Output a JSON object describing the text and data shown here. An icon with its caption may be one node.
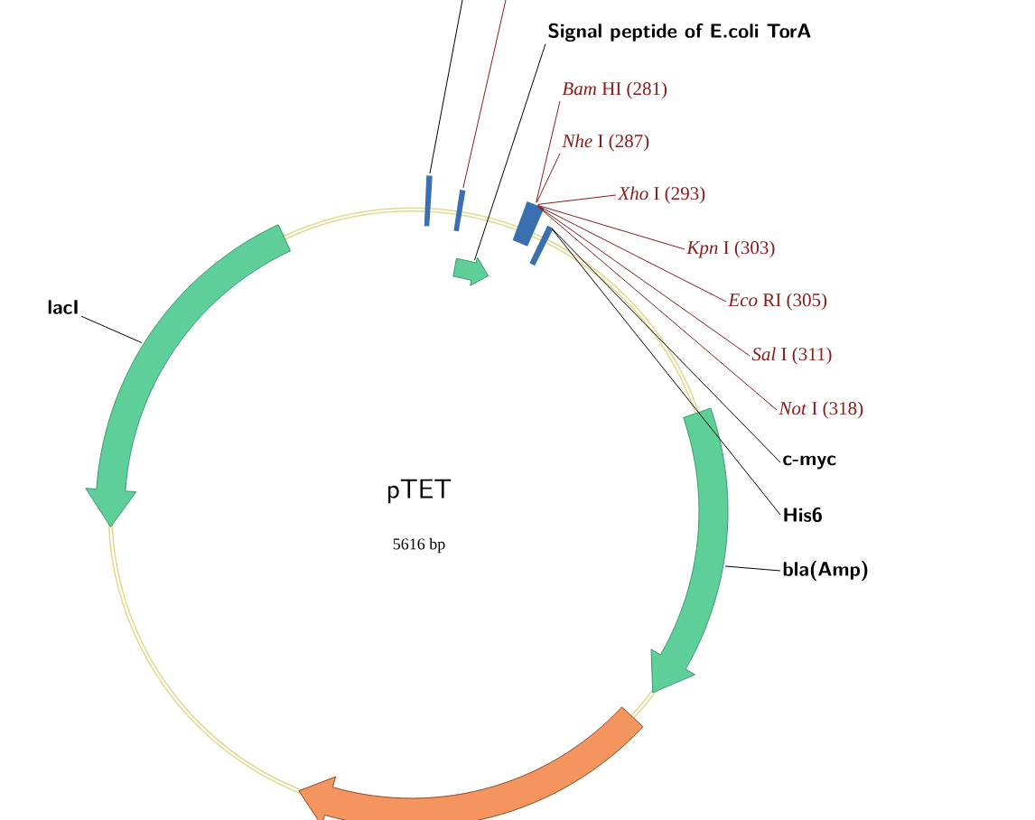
{
  "diagram": {
    "nodes": [
      {
        "text": [
          "Signal peptide of E.coli TorA"
        ]
      },
      {
        "text": [
          "*Bam* HI (281)"
        ]
      },
      {
        "text": [
          "*Nhe* I (287)"
        ]
      },
      {
        "text": [
          "*Xho* I (293)"
        ]
      },
      {
        "text": [
          "*Kpn* I (303)"
        ]
      },
      {
        "text": [
          "*Eco* RI (305)"
        ]
      },
      {
        "text": [
          "*Sal* I (311)"
        ]
      },
      {
        "text": [
          "*Not* I (318)"
        ]
      },
      {
        "text": [
          "c-myc"
        ]
      },
      {
        "text": [
          "His6"
        ]
      },
      {
        "text": [
          "bla(Amp)"
        ]
      },
      {
        "text": [
          "lacI"
        ]
      },
      {
        "text": [],
        "shape": "bar"
      },
      {
        "text": [],
        "shape": "bar"
      },
      {
        "text": [],
        "shape": "arrow"
      },
      {
        "text": [],
        "shape": "bar"
      },
      {
        "text": [],
        "shape": "bar"
      },
      {
        "text": [],
        "shape": "arrow"
      },
      {
        "text": [],
        "shape": "arrow"
      },
      {
        "text": [],
        "shape": "arrow"
      }
    ],
    "edges": [
      {
        "from": 0,
        "to": 14,
        "arrow": "none",
        "color": "#000000"
      },
      {
        "from": 1,
        "to": 15,
        "arrow": "none",
        "color": "#8b1a1a"
      },
      {
        "from": 2,
        "to": 15,
        "arrow": "none",
        "color": "#8b1a1a"
      },
      {
        "from": 3,
        "to": 15,
        "arrow": "none",
        "color": "#8b1a1a"
      },
      {
        "from": 4,
        "to": 15,
        "arrow": "none",
        "color": "#8b1a1a"
      },
      {
        "from": 5,
        "to": 15,
        "arrow": "none",
        "color": "#8b1a1a"
      },
      {
        "from": 6,
        "to": 15,
        "arrow": "none",
        "color": "#8b1a1a"
      },
      {
        "from": 7,
        "to": 15,
        "arrow": "none",
        "color": "#8b1a1a"
      },
      {
        "from": 8,
        "to": 16,
        "arrow": "none",
        "color": "#000000"
      },
      {
        "from": 9,
        "to": 16,
        "arrow": "none",
        "color": "#000000"
      },
      {
        "from": 10,
        "to": 17,
        "arrow": "none",
        "color": "#000000"
      },
      {
        "from": 11,
        "to": 18,
        "arrow": "none",
        "color": "#000000"
      },
      {
        "from": null,
        "to": 12,
        "arrow": "none",
        "color": "#000000"
      },
      {
        "from": null,
        "to": 13,
        "arrow": "none",
        "color": "#8b1a1a"
      }
    ],
    "labels": [
      "pTET",
      "5616 bp"
    ]
  }
}
